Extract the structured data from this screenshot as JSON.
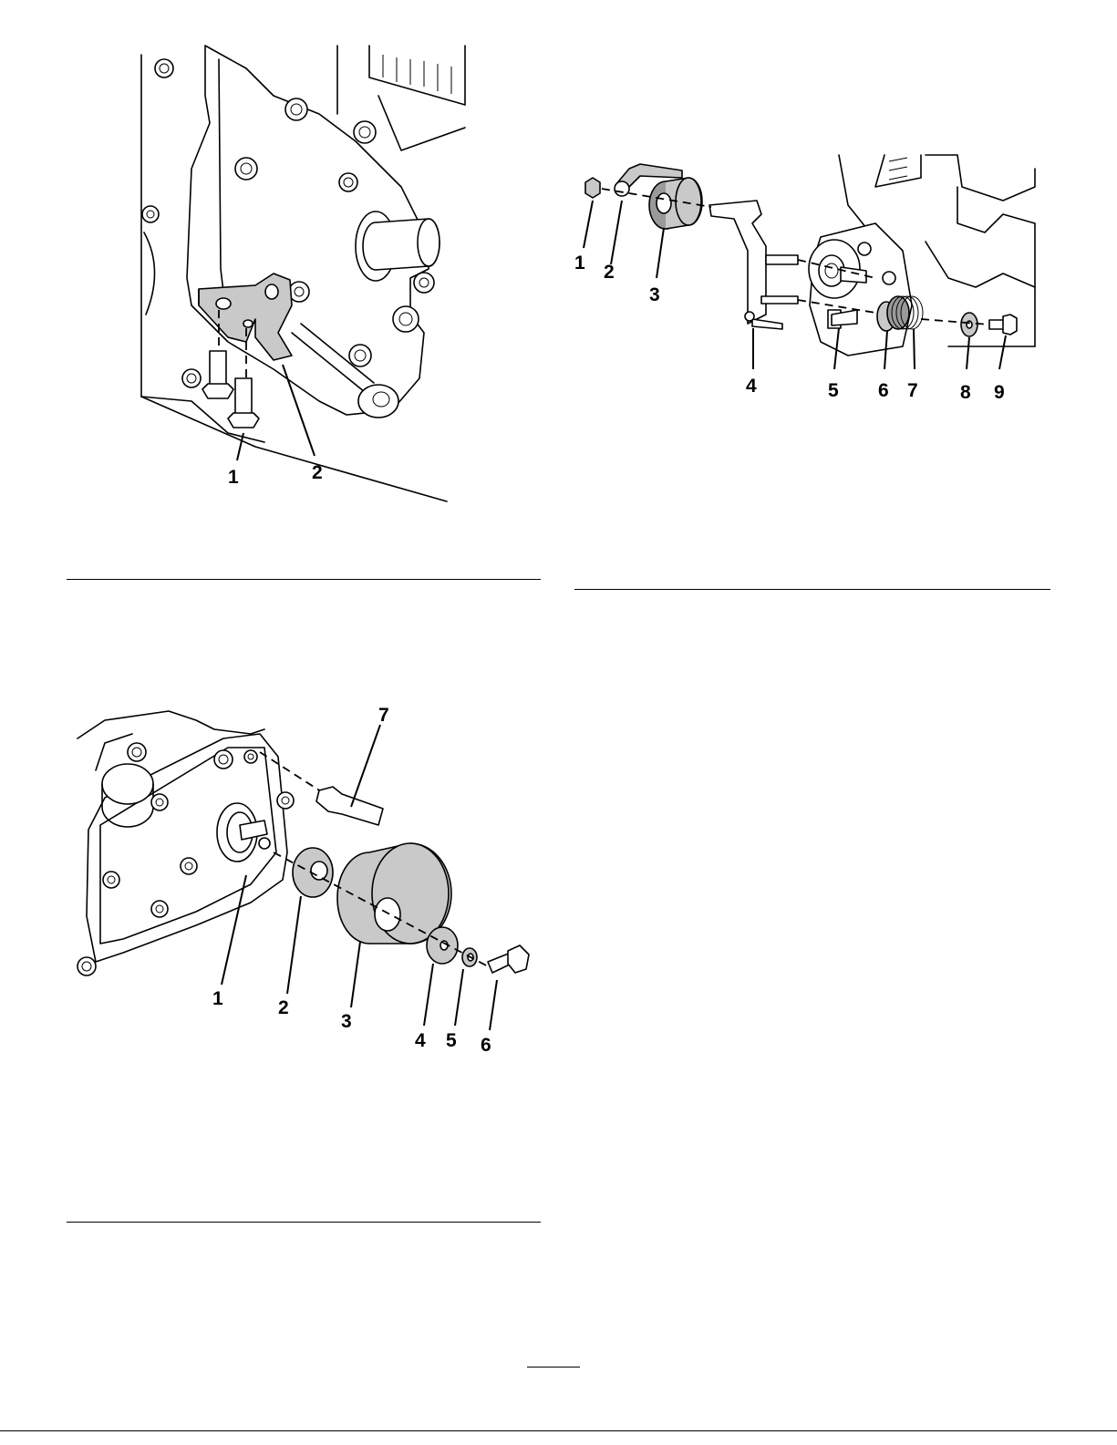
{
  "figures": [
    {
      "id": "figure-bracket",
      "callouts": [
        "1",
        "2"
      ]
    },
    {
      "id": "figure-idler-assembly",
      "callouts": [
        "1",
        "2",
        "3",
        "4",
        "5",
        "6",
        "7",
        "8",
        "9"
      ]
    },
    {
      "id": "figure-pulley-assembly",
      "callouts": [
        "1",
        "2",
        "3",
        "4",
        "5",
        "6",
        "7"
      ]
    }
  ]
}
